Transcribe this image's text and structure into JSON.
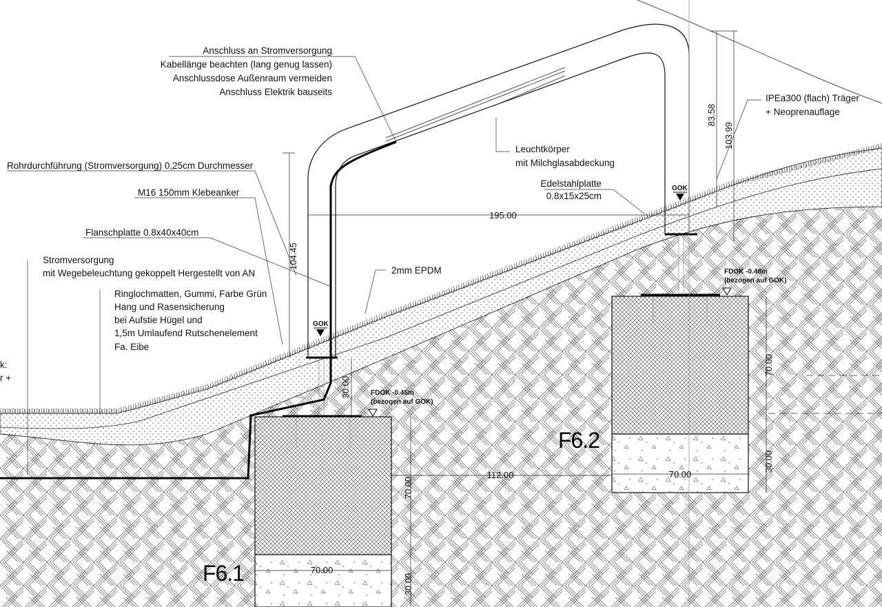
{
  "labels": {
    "power_supply": [
      "Anschluss an Stromversorgung",
      "Kabellänge beachten (lang genug lassen)",
      "Anschlussdose Außenraum vermeiden",
      "Anschluss Elektrik bauseits"
    ],
    "conduit": "Rohrdurchführung (Stromversorgung) 0,25cm Durchmesser",
    "anchor": "M16 150mm Klebeanker",
    "flange": "Flanschplatte 0.8x40x40cm",
    "stromversorgung": [
      "Stromversorgung",
      "mit Wegebeleuchtung gekoppelt Hergestellt von AN"
    ],
    "mats": [
      "Ringlochmatten, Gummi, Farbe Grün",
      "Hang und Rasensicherung",
      "bei Aufstie Hügel und",
      "1,5m Umlaufend Rutschenelement",
      "Fa. Eibe"
    ],
    "epdm": "2mm EPDM",
    "luminaire": [
      "Leuchtkörper",
      "mit Milchglasabdeckung"
    ],
    "steel_plate": [
      "Edelstahlplatte",
      "0.8x15x25cm"
    ],
    "beam": [
      "IPEa300 (flach) Träger",
      "+ Neoprenauflage"
    ],
    "left_clip": [
      "k:",
      "r +"
    ],
    "gok_left": "GOK",
    "gok_right": "GOK",
    "fdok_left": [
      "FDOK -0.45m",
      "(bezogen auf GOK)"
    ],
    "fdok_right": [
      "FDOK -0.48m",
      "(bezogen auf GOK)"
    ],
    "f61": "F6.1",
    "f62": "F6.2"
  },
  "dimensions": {
    "span": "195.00",
    "left_height": "104.45",
    "right_height_inner": "83.58",
    "right_height_outer": "103.99",
    "left_plinth": "30.00",
    "foundations_gap": "112.00",
    "f61_width": "70.00",
    "f61_depth": "70.00",
    "f61_base": "30.00",
    "f62_width": "70.00",
    "f62_depth": "70.00",
    "f62_base": "30.00"
  }
}
